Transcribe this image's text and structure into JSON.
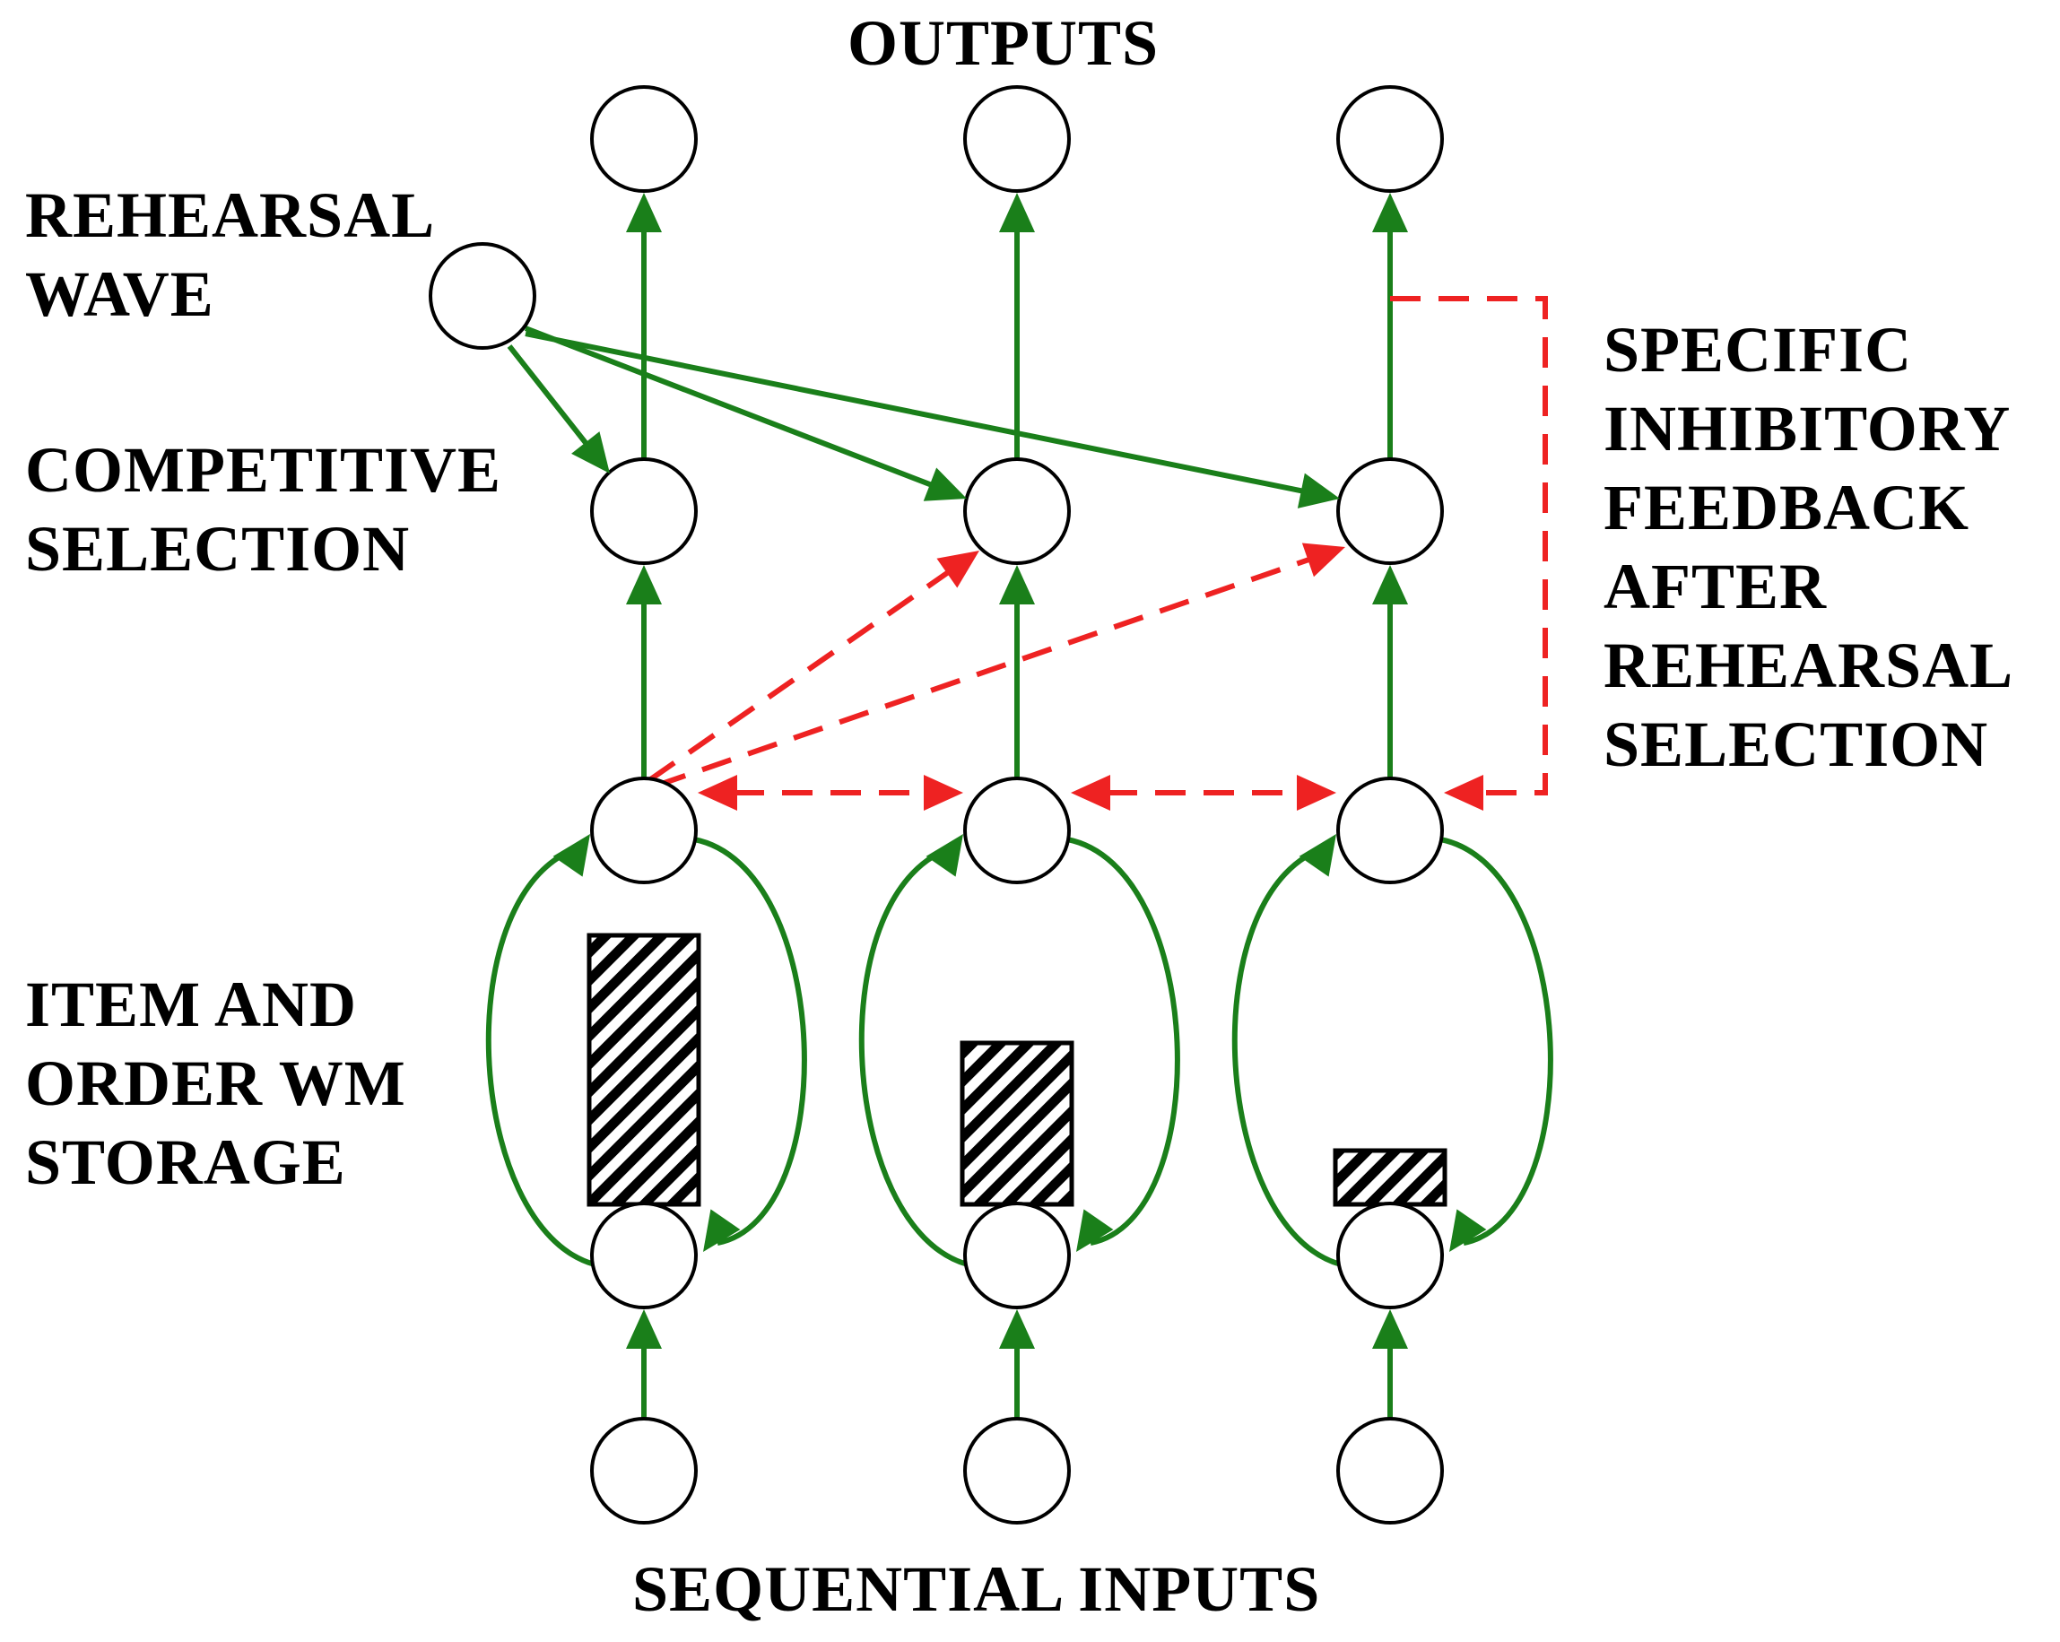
{
  "title_top": "OUTPUTS",
  "title_bottom": "SEQUENTIAL INPUTS",
  "labels": {
    "rehearsal_wave": [
      "REHEARSAL",
      "WAVE"
    ],
    "competitive_selection": [
      "COMPETITIVE",
      "SELECTION"
    ],
    "storage": [
      "ITEM AND",
      "ORDER WM",
      "STORAGE"
    ],
    "feedback": [
      "SPECIFIC",
      "INHIBITORY",
      "FEEDBACK",
      "AFTER",
      "REHEARSAL",
      "SELECTION"
    ]
  },
  "colors": {
    "excitatory": "#1a7f1a",
    "inhibitory": "#ee2222",
    "node_stroke": "#000000",
    "node_fill": "#ffffff"
  },
  "storage_activity_levels": [
    1.0,
    0.6,
    0.2
  ]
}
